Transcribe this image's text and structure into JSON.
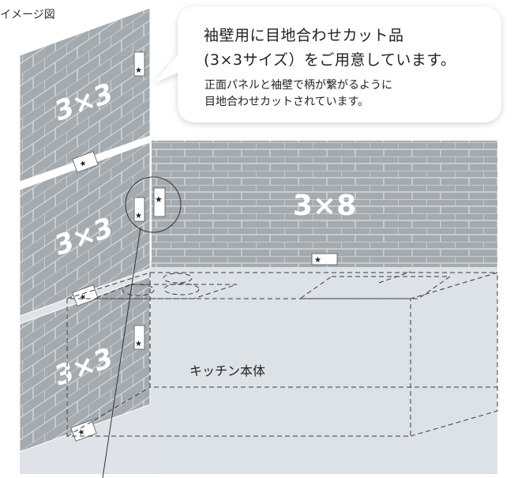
{
  "caption": "イメージ図",
  "bubble": {
    "line1": "袖壁用に目地合わせカット品",
    "line2": "(3×3サイズ）をご用意しています。",
    "sub1": "正面パネルと袖壁で柄が繋がるように",
    "sub2": "目地合わせカットされています。"
  },
  "panels": {
    "side_label": "3×3",
    "front_label": "3×8"
  },
  "kitchen_label": "キッチン本体",
  "colors": {
    "panel_fill": "#a4aaae",
    "panel_line": "#d7dadc",
    "dashed": "#3c3c3c",
    "text": "#222222",
    "bubble_bg": "#ffffff"
  }
}
